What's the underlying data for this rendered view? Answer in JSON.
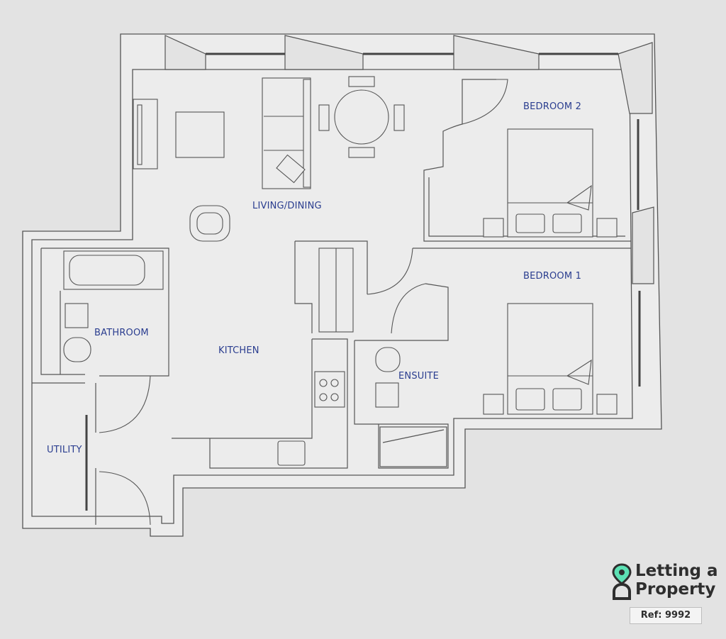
{
  "rooms": {
    "bedroom2": "BEDROOM 2",
    "living_dining": "LIVING/DINING",
    "bedroom1": "BEDROOM 1",
    "bathroom": "BATHROOM",
    "kitchen": "KITCHEN",
    "ensuite": "ENSUITE",
    "utility": "UTILITY"
  },
  "brand": {
    "line1": "Letting a",
    "line2": "Property",
    "ref": "Ref: 9992",
    "pin_color": "#5ce1b4",
    "text_color": "#2e2e2e"
  },
  "colors": {
    "background": "#e3e3e3",
    "floor": "#ececec",
    "wall": "#555555",
    "label": "#2a3d8f"
  }
}
